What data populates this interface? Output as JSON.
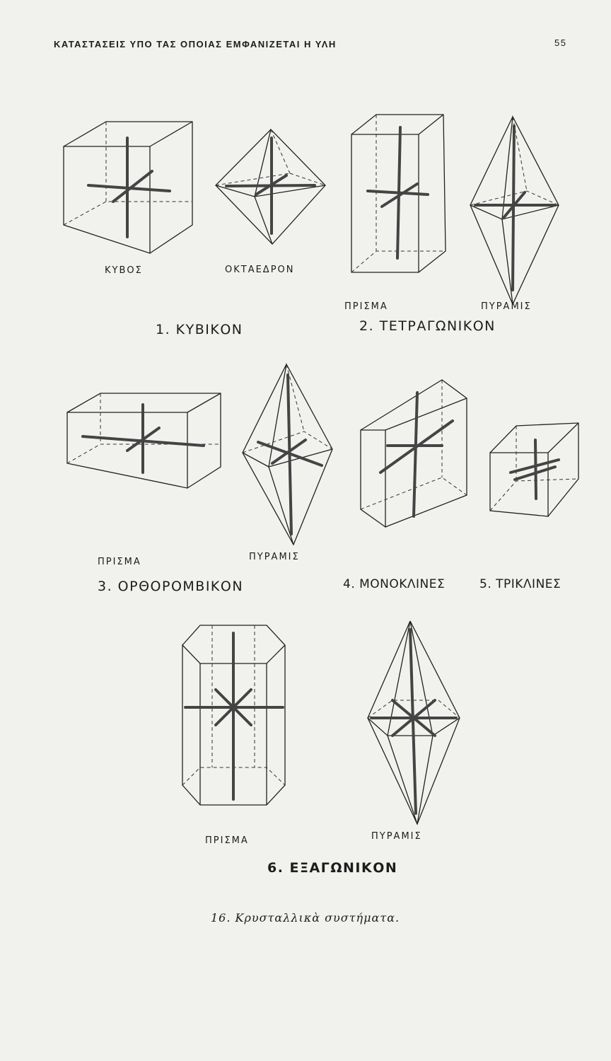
{
  "header": {
    "running_title": "ΚΑΤΑΣΤΑΣΕΙΣ ΥΠΟ ΤΑΣ ΟΠΟΙΑΣ ΕΜΦΑΝΙΖΕΤΑΙ Η ΥΛΗ",
    "page_number": "55"
  },
  "systems": [
    {
      "title": "1. ΚΥΒΙΚΟΝ",
      "labels": [
        "ΚΥΒΟΣ",
        "ΟΚΤΑΕΔΡΟΝ"
      ]
    },
    {
      "title": "2. ΤΕΤΡΑΓΩΝΙΚΟΝ",
      "labels": [
        "ΠΡΙΣΜΑ",
        "ΠΥΡΑΜΙΣ"
      ]
    },
    {
      "title": "3. ΟΡΘΟΡΟΜΒΙΚΟΝ",
      "labels": [
        "ΠΡΙΣΜΑ",
        "ΠΥΡΑΜΙΣ"
      ]
    },
    {
      "title": "4. ΜΟΝΟΚΛΙΝΕΣ",
      "labels": []
    },
    {
      "title": "5. ΤΡΙΚΛΙΝΕΣ",
      "labels": []
    },
    {
      "title": "6. ΕΞΑΓΩΝΙΚΟΝ",
      "labels": [
        "ΠΡΙΣΜΑ",
        "ΠΥΡΑΜΙΣ"
      ]
    }
  ],
  "caption": "16.  Κρυσταλλικὰ συστήματα."
}
